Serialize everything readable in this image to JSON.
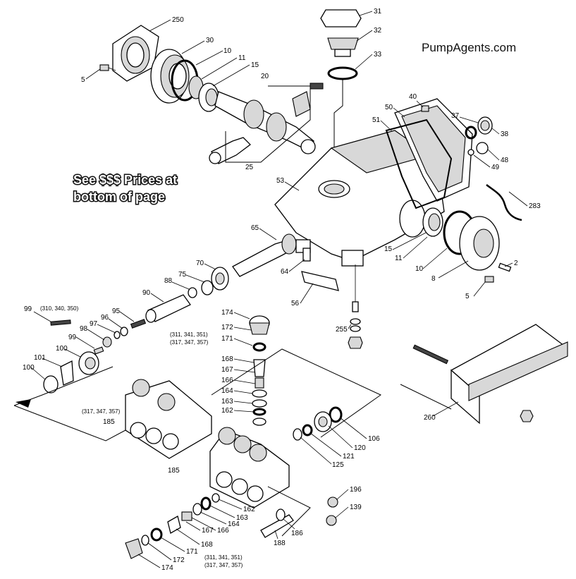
{
  "watermark": "PumpAgents.com",
  "promo": {
    "line1": "See $$$ Prices at",
    "line2": "bottom of page"
  },
  "labels": {
    "p250": "250",
    "p30": "30",
    "p10a": "10",
    "p11a": "11",
    "p15a": "15",
    "p5a": "5",
    "p20": "20",
    "p25": "25",
    "p31": "31",
    "p32": "32",
    "p33": "33",
    "p40": "40",
    "p50": "50",
    "p51": "51",
    "p37": "37",
    "p38": "38",
    "p48": "48",
    "p49": "49",
    "p53": "53",
    "p283": "283",
    "p65": "65",
    "p15b": "15",
    "p11b": "11",
    "p10b": "10",
    "p8": "8",
    "p2": "2",
    "p5b": "5",
    "p70": "70",
    "p64": "64",
    "p75": "75",
    "p88": "88",
    "p90": "90",
    "p56": "56",
    "p255": "255",
    "p99a": "99",
    "p99a_note": "(310, 340, 350)",
    "p95": "95",
    "p96": "96",
    "p97": "97",
    "p98": "98",
    "p99b": "99",
    "p100a": "100",
    "p101": "101",
    "p100b": "100",
    "p174a": "174",
    "p172a": "172",
    "p171a": "171",
    "p171a_note1": "(311, 341, 351)",
    "p171a_note2": "(317, 347, 357)",
    "p168a": "168",
    "p167a": "167",
    "p166a": "166",
    "p164a": "164",
    "p163a": "163",
    "p162a": "162",
    "p185a_note": "(317, 347, 357)",
    "p185a": "185",
    "p185b": "185",
    "p106": "106",
    "p120": "120",
    "p121": "121",
    "p125": "125",
    "p162b": "162",
    "p163b": "163",
    "p164b": "164",
    "p166b": "166",
    "p167b": "167",
    "p168b": "168",
    "p171b": "171",
    "p171b_note1": "(311, 341, 351)",
    "p171b_note2": "(317, 347, 357)",
    "p172b": "172",
    "p174b": "174",
    "p188": "188",
    "p186": "186",
    "p196": "196",
    "p139": "139",
    "p260": "260"
  }
}
